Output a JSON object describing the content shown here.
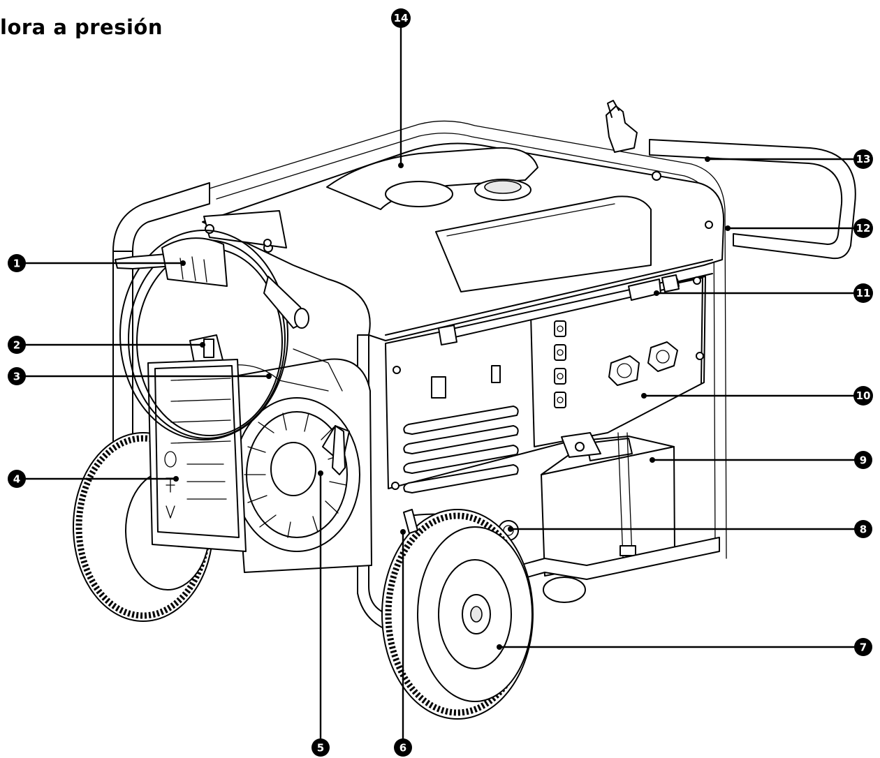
{
  "title": "lora a presión",
  "callouts": [
    {
      "n": "1"
    },
    {
      "n": "2"
    },
    {
      "n": "3"
    },
    {
      "n": "4"
    },
    {
      "n": "5"
    },
    {
      "n": "6"
    },
    {
      "n": "7"
    },
    {
      "n": "8"
    },
    {
      "n": "9"
    },
    {
      "n": "10"
    },
    {
      "n": "11"
    },
    {
      "n": "12"
    },
    {
      "n": "13"
    },
    {
      "n": "14"
    }
  ]
}
